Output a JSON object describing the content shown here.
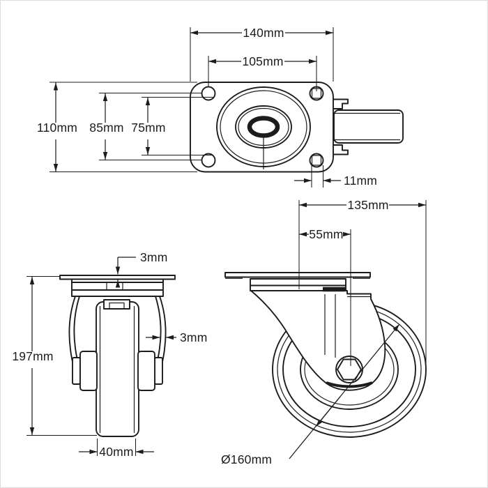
{
  "colors": {
    "background": "#ffffff",
    "line": "#1c1c1c"
  },
  "views": {
    "top": {
      "dims": {
        "plate_width": "140mm",
        "hole_spacing_width": "105mm",
        "plate_depth": "110mm",
        "hole_spacing_depth": "85mm",
        "inner_spacing": "75mm",
        "bolt_hole_diameter": "11mm"
      }
    },
    "front": {
      "dims": {
        "plate_thickness": "3mm",
        "fork_thickness": "3mm",
        "overall_height": "197mm",
        "wheel_width": "40mm"
      }
    },
    "side": {
      "dims": {
        "overall_length": "135mm",
        "swivel_offset": "55mm",
        "wheel_diameter": "Ø160mm"
      }
    }
  }
}
